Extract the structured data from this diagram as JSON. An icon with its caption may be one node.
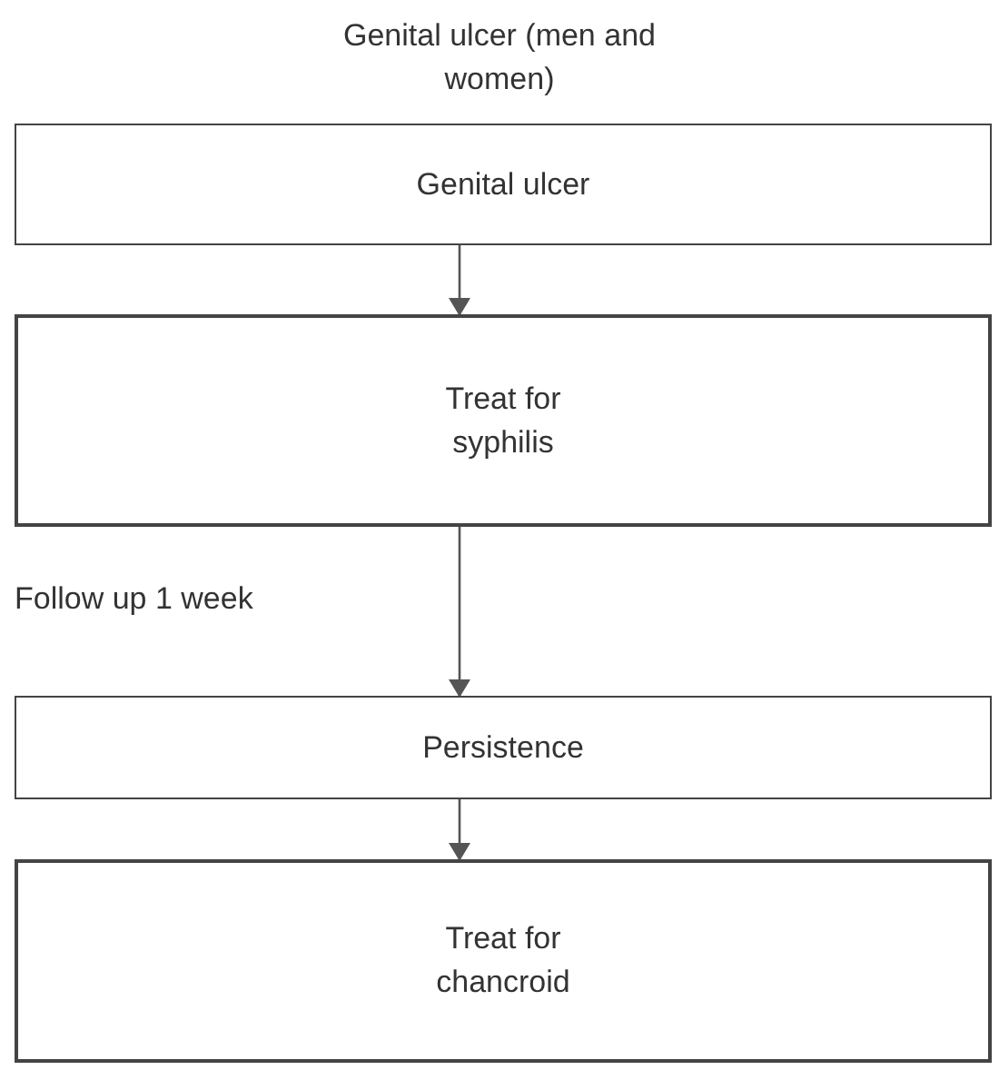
{
  "diagram": {
    "title": "Genital ulcer (men and women)",
    "nodes": [
      {
        "text": [
          "Genital ulcer"
        ]
      },
      {
        "text": [
          "Treat for syphilis"
        ]
      },
      {
        "text": [
          "Persistence"
        ]
      },
      {
        "text": [
          "Treat for chancroid"
        ]
      }
    ],
    "edges": [
      {
        "from": 0,
        "to": 1,
        "arrow": "to"
      },
      {
        "from": 1,
        "to": 2,
        "arrow": "to"
      },
      {
        "from": 2,
        "to": 3,
        "arrow": "to"
      }
    ],
    "labels": [
      "Follow up 1 week"
    ]
  }
}
